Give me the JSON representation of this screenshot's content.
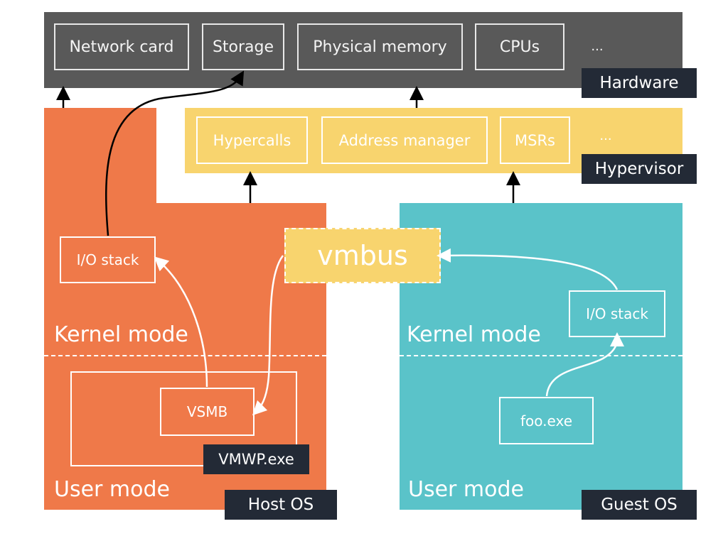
{
  "hardware": {
    "items": [
      "Network card",
      "Storage",
      "Physical memory",
      "CPUs"
    ],
    "ellipsis": "...",
    "label": "Hardware"
  },
  "hypervisor": {
    "items": [
      "Hypercalls",
      "Address manager",
      "MSRs"
    ],
    "ellipsis": "...",
    "label": "Hypervisor"
  },
  "host": {
    "io_stack": "I/O stack",
    "kernel_mode": "Kernel mode",
    "user_mode": "User mode",
    "vsmb": "VSMB",
    "vmwp": "VMWP.exe",
    "label": "Host OS"
  },
  "vmbus": {
    "label": "vmbus"
  },
  "guest": {
    "io_stack": "I/O stack",
    "kernel_mode": "Kernel mode",
    "user_mode": "User mode",
    "process": "foo.exe",
    "label": "Guest OS"
  },
  "colors": {
    "hardware": "#595959",
    "hypervisor": "#f8d46e",
    "host": "#ef7949",
    "guest": "#5ac3c9",
    "tag": "#232a36"
  }
}
